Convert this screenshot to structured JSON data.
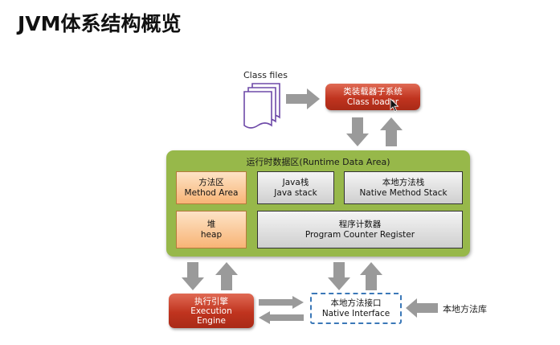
{
  "title": "JVM体系结构概览",
  "class_files_label": "Class files",
  "class_loader": {
    "line1": "类装载器子系统",
    "line2": "Class loader"
  },
  "runtime_area": {
    "title": "运行时数据区(Runtime Data Area)",
    "method_area": {
      "line1": "方法区",
      "line2": "Method Area"
    },
    "java_stack": {
      "line1": "Java栈",
      "line2": "Java stack"
    },
    "native_method_stack": {
      "line1": "本地方法栈",
      "line2": "Native Method Stack"
    },
    "heap": {
      "line1": "堆",
      "line2": "heap"
    },
    "pc_register": {
      "line1": "程序计数器",
      "line2": "Program Counter Register"
    }
  },
  "execution_engine": {
    "line1": "执行引擎",
    "line2": "Execution",
    "line3": "Engine"
  },
  "native_interface": {
    "line1": "本地方法接口",
    "line2": "Native Interface"
  },
  "native_library_label": "本地方法库",
  "colors": {
    "red_box": "#c0341f",
    "green_area": "#97b84a",
    "orange_cell": "#f8b476",
    "gray_cell": "#cfcfcf",
    "arrow": "#9a9a9a",
    "dashed_border": "#3b78b8",
    "document_icon": "#6e4aa8"
  }
}
